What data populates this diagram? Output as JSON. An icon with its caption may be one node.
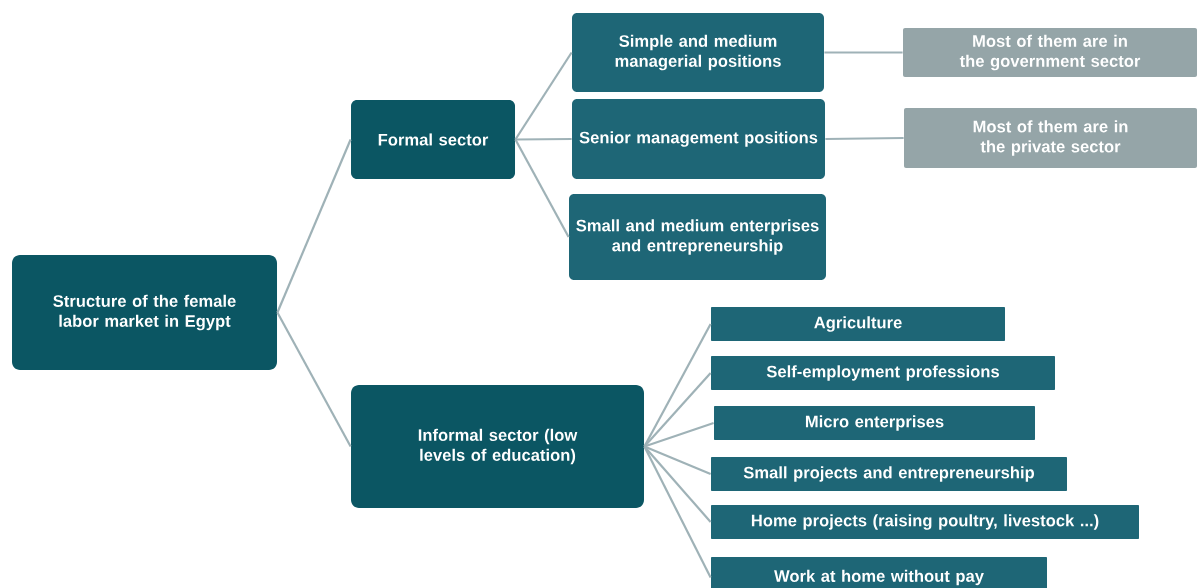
{
  "diagram": {
    "nodes": [
      {
        "text": [
          "Structure of the female labor market in Egypt"
        ]
      },
      {
        "text": [
          "Formal sector"
        ]
      },
      {
        "text": [
          "Informal sector (low levels of education)"
        ]
      },
      {
        "text": [
          "Simple and medium managerial positions"
        ]
      },
      {
        "text": [
          "Senior management positions"
        ]
      },
      {
        "text": [
          "Small and medium enterprises and entrepreneurship"
        ]
      },
      {
        "text": [
          "Most of them are in the government sector"
        ]
      },
      {
        "text": [
          "Most of them are in the private sector"
        ]
      },
      {
        "text": [
          "Agriculture"
        ]
      },
      {
        "text": [
          "Self-employment professions"
        ]
      },
      {
        "text": [
          "Micro enterprises"
        ]
      },
      {
        "text": [
          "Small projects and entrepreneurship"
        ]
      },
      {
        "text": [
          "Home projects (raising poultry, livestock ...)"
        ]
      },
      {
        "text": [
          "Work at home without pay"
        ]
      }
    ],
    "edges": [
      {
        "from": 0,
        "to": 1,
        "arrow": "none"
      },
      {
        "from": 0,
        "to": 2,
        "arrow": "none"
      },
      {
        "from": 1,
        "to": 3,
        "arrow": "none"
      },
      {
        "from": 1,
        "to": 4,
        "arrow": "none"
      },
      {
        "from": 1,
        "to": 5,
        "arrow": "none"
      },
      {
        "from": 3,
        "to": 6,
        "arrow": "none"
      },
      {
        "from": 4,
        "to": 7,
        "arrow": "none"
      },
      {
        "from": 2,
        "to": 8,
        "arrow": "none"
      },
      {
        "from": 2,
        "to": 9,
        "arrow": "none"
      },
      {
        "from": 2,
        "to": 10,
        "arrow": "none"
      },
      {
        "from": 2,
        "to": 11,
        "arrow": "none"
      },
      {
        "from": 2,
        "to": 12,
        "arrow": "none"
      },
      {
        "from": 2,
        "to": 13,
        "arrow": "none"
      }
    ]
  }
}
